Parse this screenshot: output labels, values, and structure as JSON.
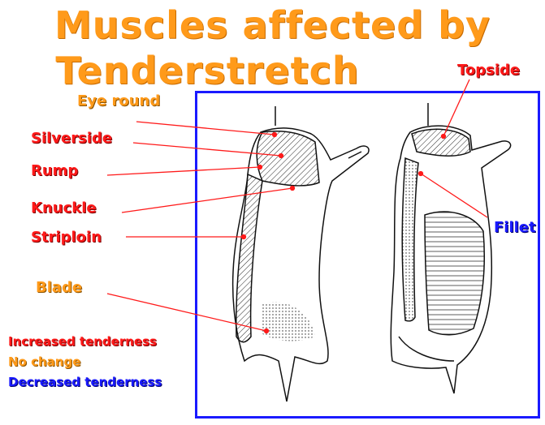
{
  "title": {
    "line1": "Muscles affected by",
    "line2": "Tenderstretch"
  },
  "labels": {
    "eye_round": "Eye round",
    "silverside": "Silverside",
    "rump": "Rump",
    "knuckle": "Knuckle",
    "striploin": "Striploin",
    "blade": "Blade",
    "topside": "Topside",
    "fillet": "Fillet"
  },
  "legend": {
    "increased": "Increased tenderness",
    "no_change": "No change",
    "decreased": "Decreased tenderness"
  },
  "colors": {
    "red": "#ff1a1a",
    "orange": "#ff9a1a",
    "blue": "#1a1aff"
  }
}
